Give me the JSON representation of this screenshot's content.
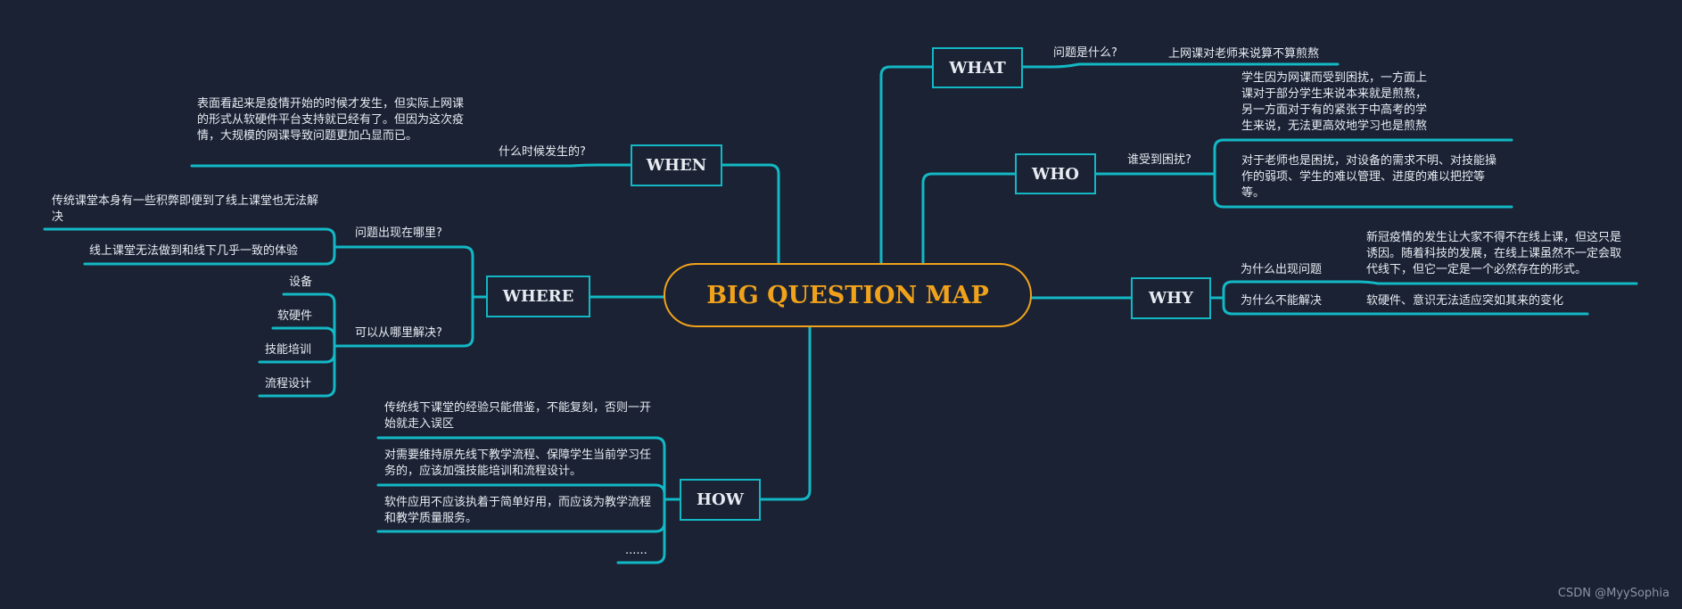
{
  "center": "BIG QUESTION MAP",
  "what": {
    "label": "WHAT",
    "question": "问题是什么?",
    "answer": "上网课对老师来说算不算煎熬"
  },
  "who": {
    "label": "WHO",
    "question": "谁受到困扰?",
    "answers": [
      "学生因为网课而受到困扰，一方面上课对于部分学生来说本来就是煎熬，另一方面对于有的紧张于中高考的学生来说，无法更高效地学习也是煎熬",
      "对于老师也是困扰，对设备的需求不明、对技能操作的弱项、学生的难以管理、进度的难以把控等等。"
    ]
  },
  "why": {
    "label": "WHY",
    "q1": "为什么出现问题",
    "a1": "新冠疫情的发生让大家不得不在线上课，但这只是诱因。随着科技的发展，在线上课虽然不一定会取代线下，但它一定是一个必然存在的形式。",
    "q2": "为什么不能解决",
    "a2": "软硬件、意识无法适应突如其来的变化"
  },
  "when": {
    "label": "WHEN",
    "question": "什么时候发生的?",
    "answer": "表面看起来是疫情开始的时候才发生，但实际上网课的形式从软硬件平台支持就已经有了。但因为这次疫情，大规模的网课导致问题更加凸显而已。"
  },
  "where": {
    "label": "WHERE",
    "q1": "问题出现在哪里?",
    "a1": [
      "传统课堂本身有一些积弊即便到了线上课堂也无法解决",
      "线上课堂无法做到和线下几乎一致的体验"
    ],
    "q2": "可以从哪里解决?",
    "a2": [
      "设备",
      "软硬件",
      "技能培训",
      "流程设计"
    ]
  },
  "how": {
    "label": "HOW",
    "items": [
      "传统线下课堂的经验只能借鉴，不能复刻，否则一开始就走入误区",
      "对需要维持原先线下教学流程、保障学生当前学习任务的，应该加强技能培训和流程设计。",
      "软件应用不应该执着于简单好用，而应该为教学流程和教学质量服务。",
      "......"
    ]
  },
  "watermark": "CSDN @MyySophia",
  "colors": {
    "background": "#1a2234",
    "line": "#13b8c4",
    "center": "#f1a21b",
    "text": "#e8ecf2"
  }
}
